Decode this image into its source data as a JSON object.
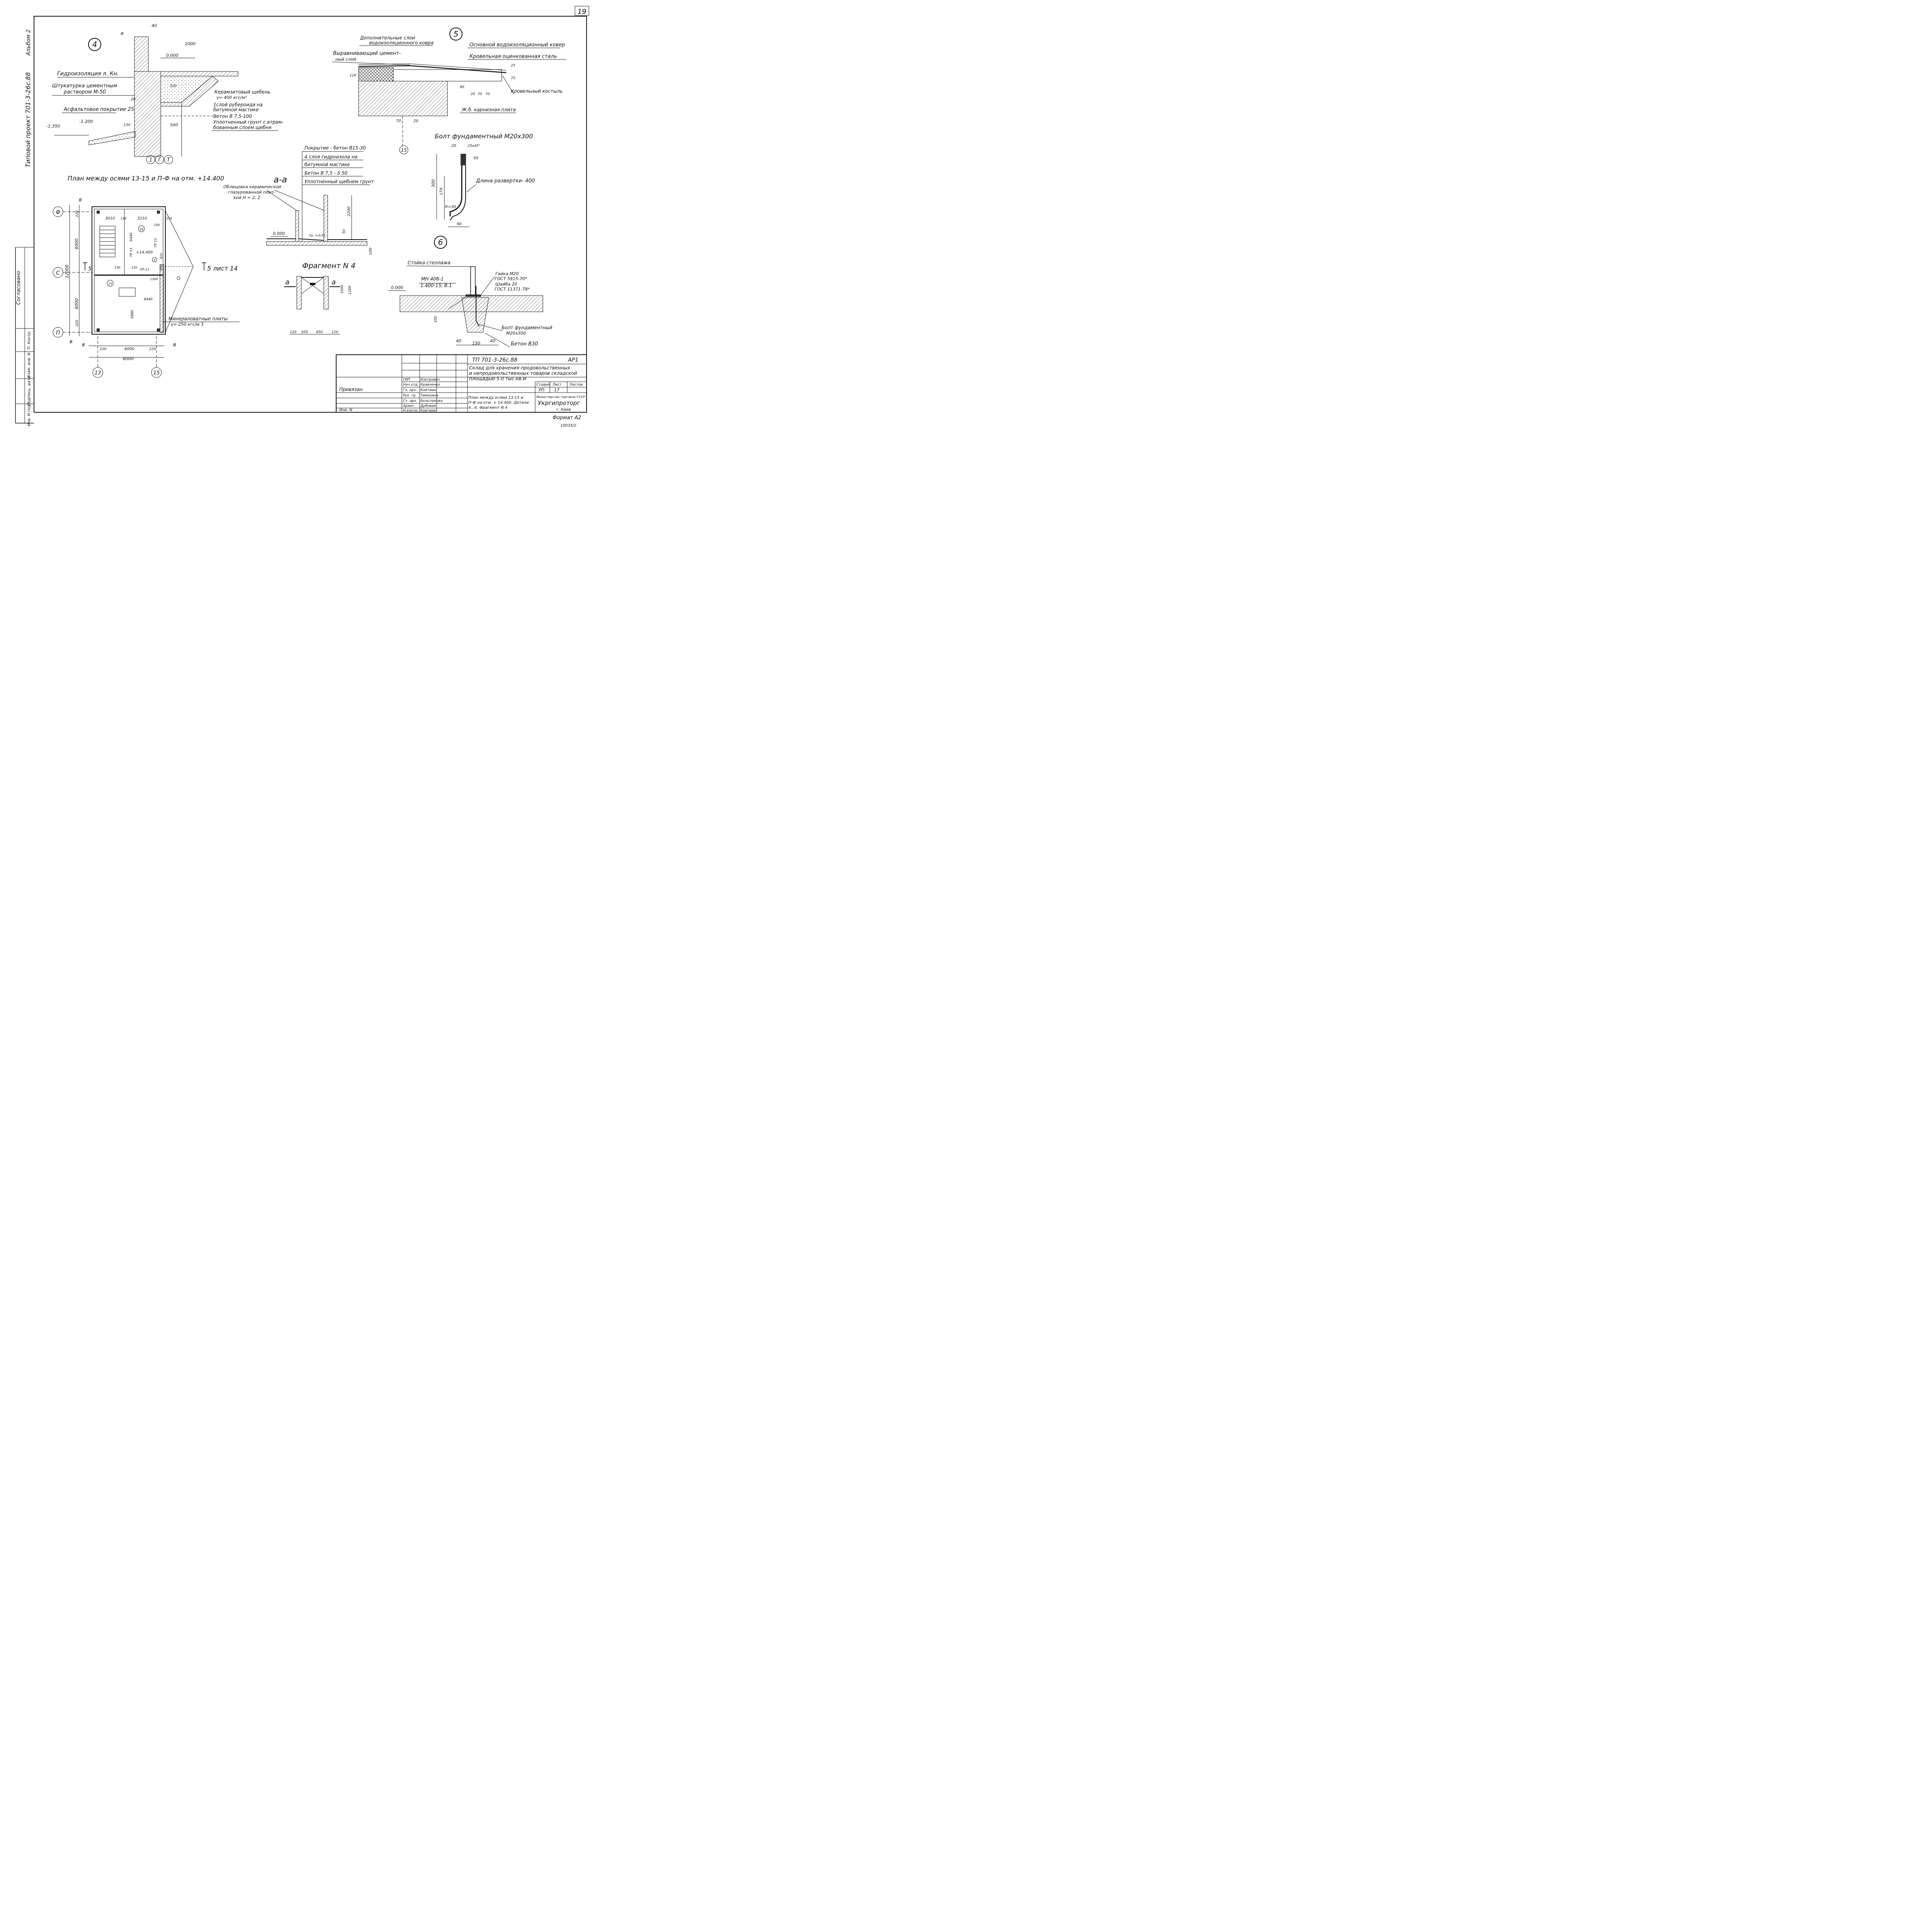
{
  "sheet_number": "19",
  "bottom_code": "10035/2",
  "format": "Формат А2",
  "side": {
    "album": "Альбом 2",
    "project": "Типовой проект   701-3-26с.88",
    "agreed": "Согласовано",
    "stamp_fields": [
      "Инв. N подл.",
      "Подпись, дата",
      "Взам. инв. N",
      "П. Контр."
    ]
  },
  "detail4": {
    "marker": "4",
    "dims": [
      "а",
      "40",
      "1000",
      "0.000",
      "20",
      "500",
      "-1.200",
      "-1.350",
      "150",
      "520"
    ],
    "labels": {
      "hydro": "Гидроизоляция л. Кн.",
      "plaster1": "Штукатурка цементным",
      "plaster2": "раствором М-50",
      "asphalt": "Асфальтовое покрытие 25",
      "claydite1": "Керамзитовый щебень",
      "claydite2": "γ= 400 кгс/м³",
      "ruberoid1": "1слой рубероида на",
      "ruberoid2": "битумной мастике",
      "concrete": "Бетон В 7,5-100",
      "soil1": "Уплотненный грунт с втрам-",
      "soil2": "бованным слоем щебня"
    },
    "axes": [
      "1",
      "Г",
      "Т"
    ]
  },
  "detail5": {
    "marker": "5",
    "labels": {
      "extra1": "Дополнительные слои",
      "extra2": "водоизоляционного ковра",
      "main": "Основной водоизоляционный ковер",
      "level1": "Выравнивающий цемент-",
      "level2": "ный слой",
      "steel": "Кровельная оцинкованная сталь",
      "crutch": "Кровельный костыль",
      "slab": "Ж.б. карнизная плита"
    },
    "dims": [
      "120",
      "25",
      "75",
      "90",
      "20",
      "70",
      "70",
      "70",
      "20"
    ],
    "axis": "15"
  },
  "bolt": {
    "title": "Болт фундаментный М20х300",
    "dims": [
      "20",
      "25x45°",
      "50",
      "300",
      "174",
      "R=30",
      "90"
    ],
    "length": "Длина развертки- 400"
  },
  "section_aa": {
    "title": "а-а",
    "layers": [
      "Покрытие - бетон В15-30",
      "4 слоя гидроизола на",
      "битумной мастике",
      "Бетон В 7,5 - δ 50",
      "Уплотненный щебнем грунт"
    ],
    "facing1": "Облицовка керамической",
    "facing2": "глазурованной плит-",
    "facing3": "кой Н = 2, 2",
    "dims": [
      "0.000",
      "2200",
      "50",
      "100",
      "Тр. i=0,02"
    ]
  },
  "fragment4": {
    "title": "Фрагмент N 4",
    "cut": "а",
    "dims": [
      "1000",
      "1200",
      "120",
      "650",
      "650",
      "120"
    ]
  },
  "plan": {
    "title": "План между осями 13-15 и П-Ф на отм. +14.400",
    "axes": {
      "f": "Ф",
      "s": "С",
      "p": "П",
      "a13": "13",
      "a15": "15"
    },
    "dims": [
      "в",
      "220",
      "6000",
      "12000",
      "6000",
      "220",
      "в",
      "3010",
      "120",
      "3210",
      "250",
      "100",
      "6440",
      "ПР 10",
      "ПР 13",
      "+14.400",
      "ПР-13",
      "1300",
      "6440",
      "5880",
      "900",
      "610",
      "150",
      "120",
      "220",
      "6000",
      "220",
      "6000",
      "в",
      "в"
    ],
    "rooms": [
      "16",
      "15",
      "8"
    ],
    "section_mark": "5",
    "section_ref": "5 лист 14",
    "wool1": "Минераловатные плиты",
    "wool2": "γ= 250 кгс/м 3"
  },
  "detail6": {
    "marker": "6",
    "labels": {
      "rack": "Стойка стеллажа",
      "mn1": "МН 408-1",
      "mn2": "1.400-15; В.1",
      "nut1": "Гайка  М20",
      "nut2": "ГОСТ 5915-70*",
      "washer1": "Шайба 20",
      "washer2": "ГОСТ 11371-78*",
      "bolt1": "Болт фундаментный",
      "bolt2": "М20х300",
      "concrete": "Бетон В30"
    },
    "dims": [
      "0.000",
      "350",
      "40",
      "150",
      "40"
    ]
  },
  "titleblock": {
    "code": "ТП   701-3-26с.88",
    "mark": "АР1",
    "name1": "Склад для хранения продовольственных",
    "name2": "и непродовольственных товаров складской",
    "name3": "площадью 5.0 тыс.кв.м",
    "attached": "Привязан",
    "inv": "Инв. N",
    "roles": [
      "ГИП",
      "Нач.отд.",
      "Гл. арх.",
      "Рук. гр.",
      "Ст. арх.",
      "Архит.",
      "Н.контр."
    ],
    "names": [
      "Изетрович",
      "Кравченко",
      "Ковтаюк",
      "Тимохина",
      "Бельтюкова",
      "Дубовая",
      "Ковтаюк"
    ],
    "stage_h": "Стадия",
    "sheet_h": "Лист",
    "sheets_h": "Листов",
    "stage": "РП",
    "sheet": "17",
    "desc1": "План между осями 13-15 и",
    "desc2": "П-Ф на отм. + 14.400. Детали",
    "desc3": "4...6. Фрагмент N 4",
    "org1": "Министерство торговли СССР",
    "org2": "Укргипроторг",
    "org3": "г. Киев"
  }
}
